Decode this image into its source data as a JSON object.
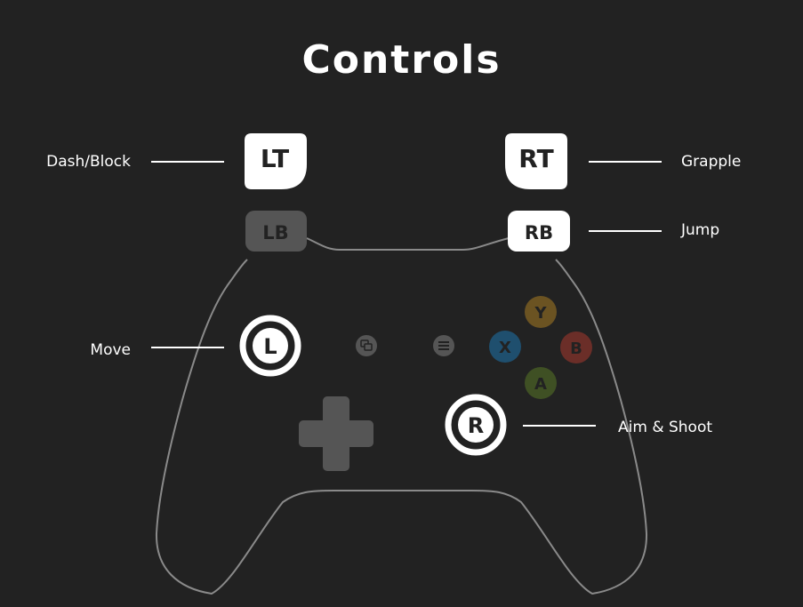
{
  "title": "Controls",
  "colors": {
    "background": "#222222",
    "outline": "#8a8a8a",
    "active": "#ffffff",
    "inactive": "#555555",
    "y_button": "#6b5322",
    "x_button": "#1f4f6e",
    "b_button": "#6b2e28",
    "a_button": "#3f5024"
  },
  "bindings": {
    "lt": {
      "button": "LT",
      "action": "Dash/Block"
    },
    "rt": {
      "button": "RT",
      "action": "Grapple"
    },
    "lb": {
      "button": "LB"
    },
    "rb": {
      "button": "RB",
      "action": "Jump"
    },
    "left_stick": {
      "button": "L",
      "action": "Move"
    },
    "right_stick": {
      "button": "R",
      "action": "Aim & Shoot"
    }
  },
  "face_buttons": {
    "y": "Y",
    "x": "X",
    "b": "B",
    "a": "A"
  },
  "icons": {
    "view": "view-icon",
    "menu": "menu-icon",
    "dpad": "dpad-icon"
  }
}
